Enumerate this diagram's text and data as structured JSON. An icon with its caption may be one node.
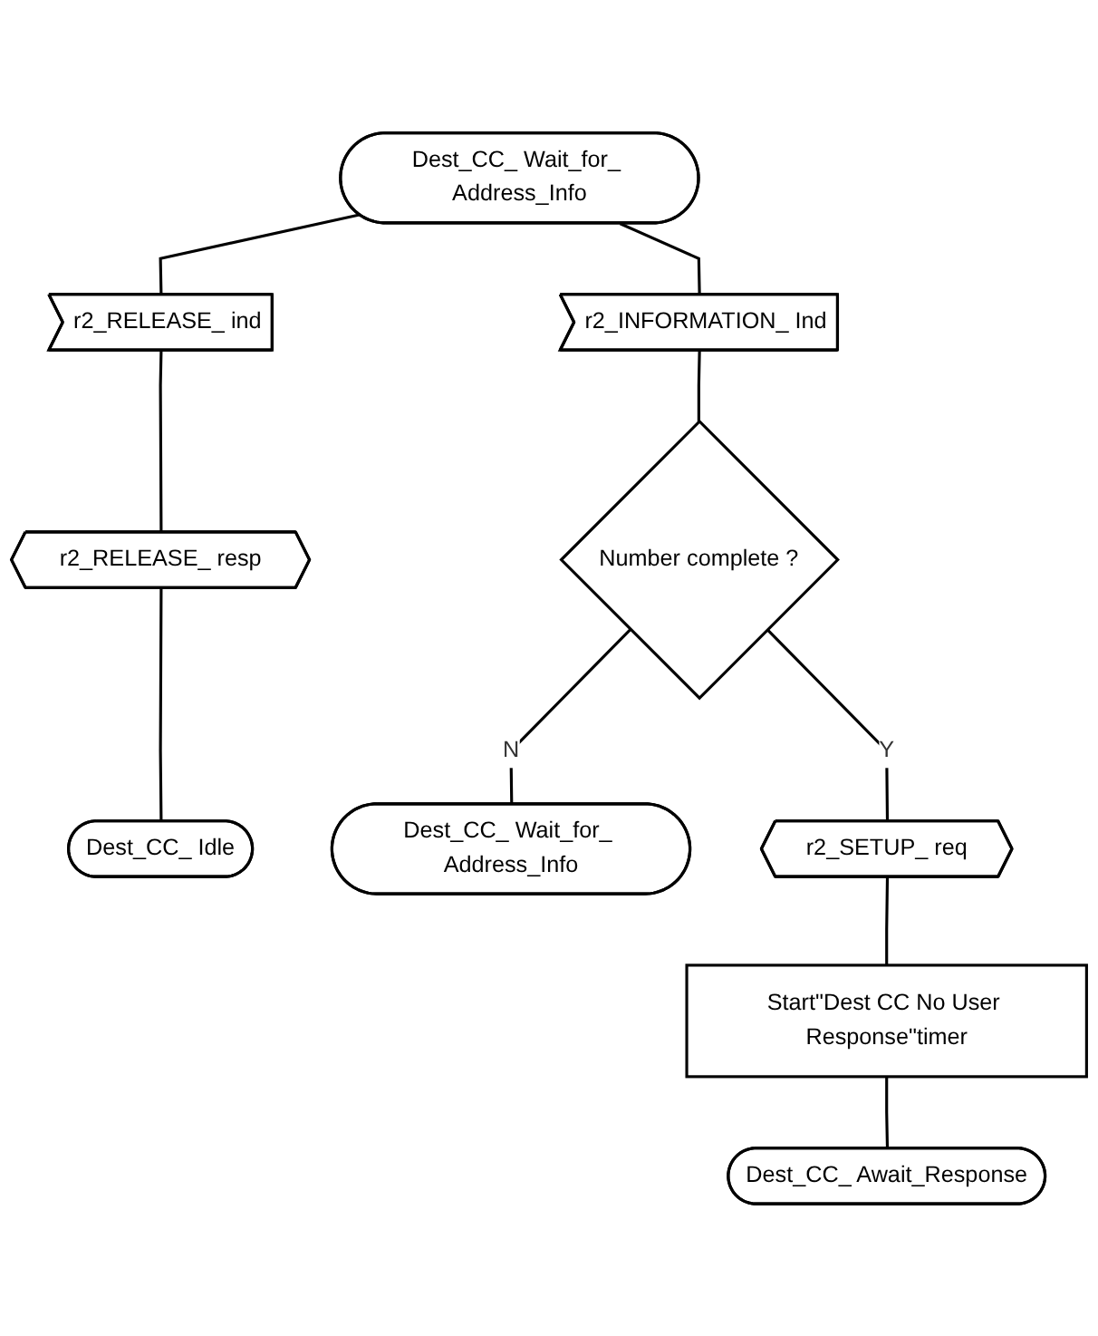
{
  "diagram": {
    "nodes": [
      {
        "text": [
          "Dest_CC_ Wait_for_ Address_Info"
        ]
      },
      {
        "text": [
          "r2_INFORMATION_ Ind"
        ]
      },
      {
        "text": [
          "r2_RELEASE_ ind"
        ]
      },
      {
        "text": [
          "Number complete ?"
        ]
      },
      {
        "text": [
          "r2_RELEASE_ resp"
        ]
      },
      {
        "text": [
          "Dest_CC_ Idle"
        ]
      },
      {
        "text": [
          "Dest_CC_ Wait_for_ Address_Info"
        ]
      },
      {
        "text": [
          "r2_SETUP_ req"
        ]
      },
      {
        "text": [
          "Start\"Dest CC No User Response\"timer"
        ]
      },
      {
        "text": [
          "Dest_CC_ Await_Response"
        ]
      }
    ],
    "edges": [
      {
        "from": 0,
        "to": 1,
        "arrow": "none"
      },
      {
        "from": 0,
        "to": 2,
        "arrow": "none"
      },
      {
        "from": 1,
        "to": 3,
        "arrow": "none"
      },
      {
        "from": 2,
        "to": 4,
        "arrow": "none"
      },
      {
        "from": 4,
        "to": 5,
        "arrow": "none"
      },
      {
        "from": 3,
        "to": 6,
        "label": "N",
        "arrow": "none"
      },
      {
        "from": 3,
        "to": 7,
        "label": "Y",
        "arrow": "none"
      },
      {
        "from": 7,
        "to": 8,
        "arrow": "none"
      },
      {
        "from": 8,
        "to": 9,
        "arrow": "none"
      }
    ]
  }
}
